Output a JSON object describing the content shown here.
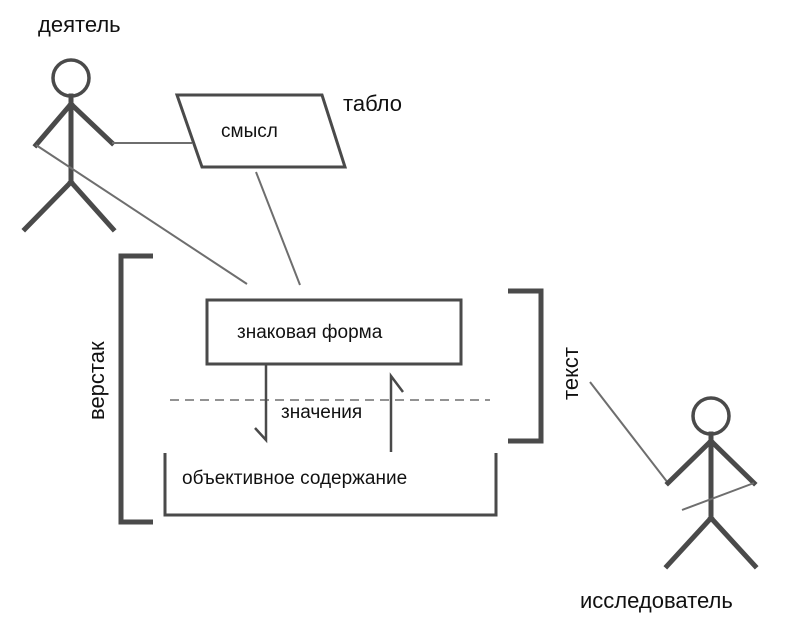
{
  "labels": {
    "actor": "деятель",
    "board": "табло",
    "meaning": "смысл",
    "sign_form": "знаковая форма",
    "meanings": "значения",
    "objective_content": "объективное содержание",
    "workbench": "верстак",
    "text": "текст",
    "researcher": "исследователь"
  },
  "colors": {
    "stroke": "#4a4a4a",
    "thin_line": "#6e6e6e",
    "text": "#111111",
    "background": "#ffffff"
  }
}
